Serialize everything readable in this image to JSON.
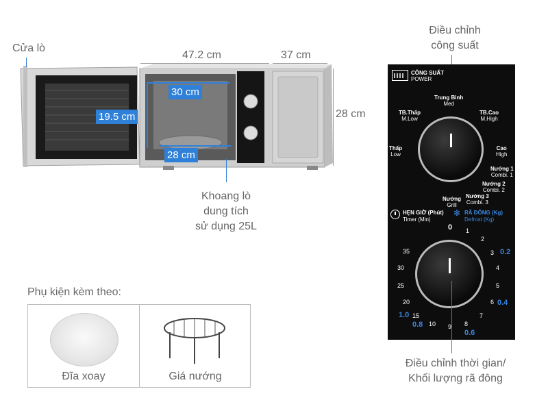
{
  "labels": {
    "door": "Cửa lò",
    "width": "47.2 cm",
    "depth": "37 cm",
    "height": "28 cm",
    "inner_width": "30 cm",
    "inner_height": "19.5 cm",
    "plate_diameter": "28 cm",
    "cavity": [
      "Khoang lò",
      "dung tích",
      "sử dụng 25L"
    ],
    "power_control": [
      "Điều chỉnh",
      "công suất"
    ],
    "timer_control": [
      "Điều chỉnh thời gian/",
      "Khối lượng rã đông"
    ]
  },
  "panel": {
    "power_title": "CÔNG SUẤT",
    "power_subtitle": "POWER",
    "power_settings": [
      {
        "vi": "Trung Bình",
        "en": "Med"
      },
      {
        "vi": "TB.Thấp",
        "en": "M.Low"
      },
      {
        "vi": "TB.Cao",
        "en": "M.High"
      },
      {
        "vi": "Thấp",
        "en": "Low"
      },
      {
        "vi": "Cao",
        "en": "High"
      },
      {
        "vi": "Nướng 1",
        "en": "Combi. 1"
      },
      {
        "vi": "Nướng 2",
        "en": "Combi. 2"
      },
      {
        "vi": "Nướng 3",
        "en": "Combi. 3"
      },
      {
        "vi": "Nướng",
        "en": "Grill"
      }
    ],
    "timer_title": "HẸN GIỜ (Phút)",
    "timer_subtitle": "Timer (Min)",
    "defrost_title": "RÃ ĐÔNG (Kg)",
    "defrost_subtitle": "Defrost (Kg)",
    "timer_marks": [
      "0",
      "1",
      "2",
      "3",
      "4",
      "5",
      "6",
      "7",
      "8",
      "9",
      "10",
      "15",
      "20",
      "25",
      "30",
      "35"
    ],
    "defrost_marks": [
      "0.2",
      "0.4",
      "0.6",
      "0.8",
      "1.0"
    ]
  },
  "accessories": {
    "heading": "Phụ kiện kèm theo:",
    "items": [
      "Đĩa xoay",
      "Giá nướng"
    ]
  },
  "colors": {
    "accent": "#2f80d8",
    "panel_bg": "#0d0d0d",
    "defrost": "#3a86e0"
  }
}
